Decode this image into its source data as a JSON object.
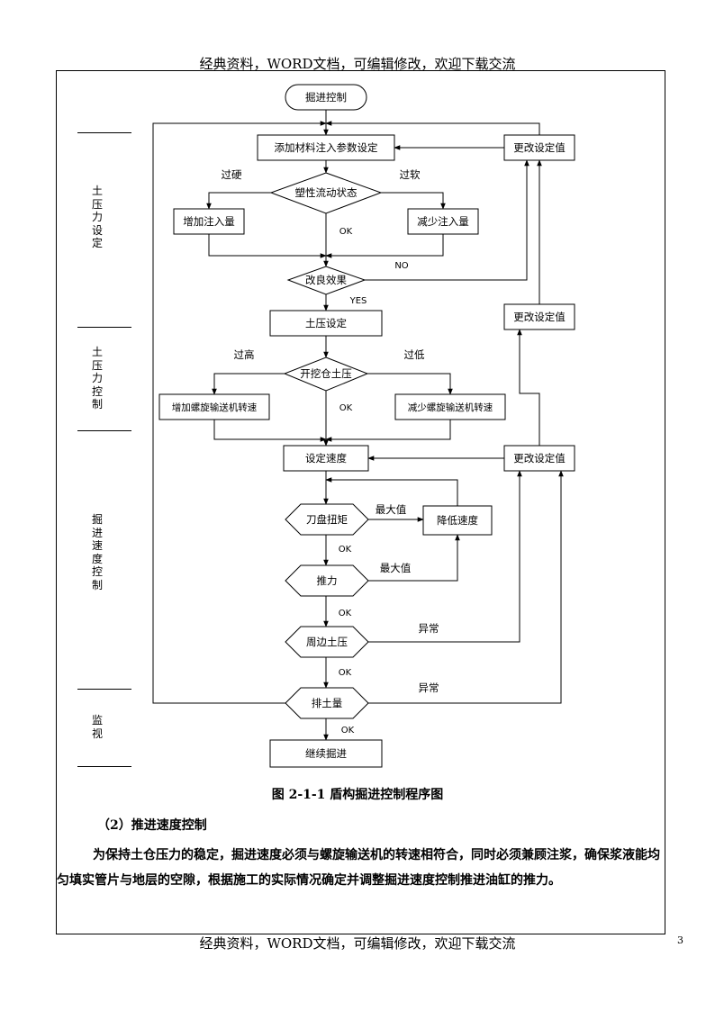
{
  "page": {
    "header_text": "经典资料，WORD文档，可编辑修改，欢迎下载交流",
    "footer_text": "经典资料，WORD文档，可编辑修改，欢迎下载交流",
    "page_number": "3"
  },
  "side_labels": [
    {
      "id": "soil-pressure-setting",
      "chars": [
        "土",
        "压",
        "力",
        "设",
        "定"
      ]
    },
    {
      "id": "soil-pressure-control",
      "chars": [
        "土",
        "压",
        "力",
        "控",
        "制"
      ]
    },
    {
      "id": "speed-control",
      "chars": [
        "掘",
        "进",
        "速",
        "度",
        "控",
        "制"
      ]
    },
    {
      "id": "monitoring",
      "chars": [
        "监",
        "视"
      ]
    }
  ],
  "flowchart": {
    "nodes": {
      "start": "掘进控制",
      "add_material": "添加材料注入参数设定",
      "change1": "更改设定值",
      "plastic_flow": "塑性流动状态",
      "increase_inject": "增加注入量",
      "decrease_inject": "减少注入量",
      "improve_effect": "改良效果",
      "soil_pressure_set": "土压设定",
      "change2": "更改设定值",
      "chamber_pressure": "开挖仓土压",
      "increase_screw": "增加螺旋输送机转速",
      "decrease_screw": "减少螺旋输送机转速",
      "set_speed": "设定速度",
      "change3": "更改设定值",
      "cutter_torque": "刀盘扭矩",
      "reduce_speed": "降低速度",
      "thrust": "推力",
      "surrounding_pressure": "周边土压",
      "discharge": "排土量",
      "continue": "继续掘进"
    },
    "edge_labels": {
      "too_hard": "过硬",
      "too_soft": "过软",
      "ok1": "OK",
      "no": "NO",
      "yes": "YES",
      "too_high": "过高",
      "too_low": "过低",
      "ok2": "OK",
      "max1": "最大值",
      "ok3": "OK",
      "max2": "最大值",
      "ok4": "OK",
      "abnormal1": "异常",
      "ok5": "OK",
      "abnormal2": "异常",
      "ok6": "OK"
    }
  },
  "caption": "图 2-1-1 盾构掘进控制程序图",
  "subheading": "（2）推进速度控制",
  "paragraph": "为保持土仓压力的稳定，掘进速度必须与螺旋输送机的转速相符合，同时必须兼顾注浆，确保浆液能均匀填实管片与地层的空隙，根据施工的实际情况确定并调整掘进速度控制推进油缸的推力。"
}
